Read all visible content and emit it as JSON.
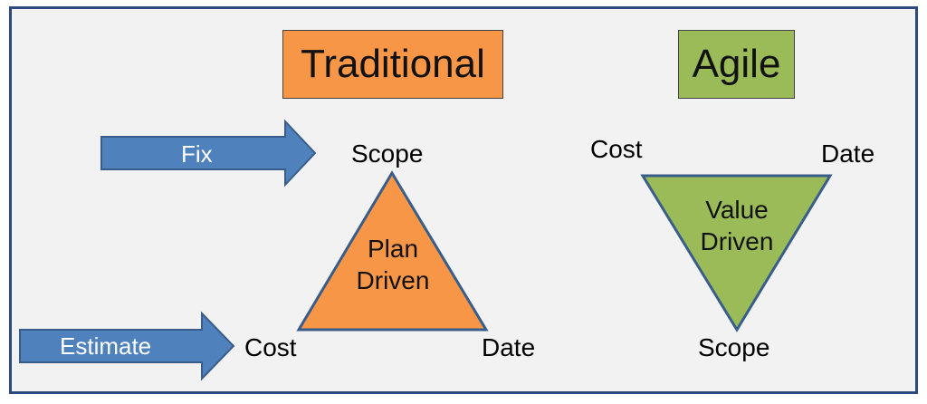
{
  "colors": {
    "frame_border": "#2e4a7d",
    "background": "#f2f2f2",
    "traditional_fill": "#f79646",
    "agile_fill": "#9bbb59",
    "arrow_fill": "#4f81bd",
    "shape_border": "#385d8a"
  },
  "traditional": {
    "title": "Traditional",
    "triangle_label": {
      "line1": "Plan",
      "line2": "Driven"
    },
    "vertex_top": "Scope",
    "vertex_left": "Cost",
    "vertex_right": "Date",
    "arrow_fix": "Fix",
    "arrow_estimate": "Estimate"
  },
  "agile": {
    "title": "Agile",
    "triangle_label": {
      "line1": "Value",
      "line2": "Driven"
    },
    "vertex_left": "Cost",
    "vertex_right": "Date",
    "vertex_bottom": "Scope"
  }
}
